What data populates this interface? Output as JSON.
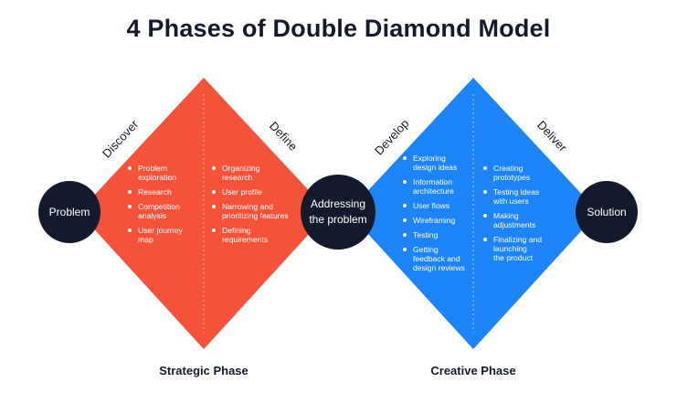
{
  "title": "4 Phases of Double Diamond Model",
  "colors": {
    "strategic": "#f4533a",
    "creative": "#1c84f7",
    "node": "#141a2e"
  },
  "nodes": {
    "problem": "Problem",
    "middle": [
      "Addressing",
      "the problem"
    ],
    "solution": "Solution"
  },
  "phases": {
    "discover": {
      "label": "Discover",
      "items": [
        [
          "Problem",
          "exploration"
        ],
        [
          "Research"
        ],
        [
          "Competition",
          "analysis"
        ],
        [
          "User journey",
          "map"
        ]
      ]
    },
    "define": {
      "label": "Define",
      "items": [
        [
          "Organizing",
          "research"
        ],
        [
          "User profile"
        ],
        [
          "Narrowing and",
          "prioritizing features"
        ],
        [
          "Defining",
          "requirements"
        ]
      ]
    },
    "develop": {
      "label": "Develop",
      "items": [
        [
          "Exploring",
          "design ideas"
        ],
        [
          "Information",
          "architecture"
        ],
        [
          "User flows"
        ],
        [
          "Wireframing"
        ],
        [
          "Testing"
        ],
        [
          "Getting",
          "feedback and",
          "design reviews"
        ]
      ]
    },
    "deliver": {
      "label": "Deliver",
      "items": [
        [
          "Creating",
          "prototypes"
        ],
        [
          "Testing ideas",
          "with users"
        ],
        [
          "Making",
          "adjustments"
        ],
        [
          "Finalizing and",
          "launching",
          "the product"
        ]
      ]
    }
  },
  "bottom": {
    "strategic": "Strategic Phase",
    "creative": "Creative Phase"
  }
}
